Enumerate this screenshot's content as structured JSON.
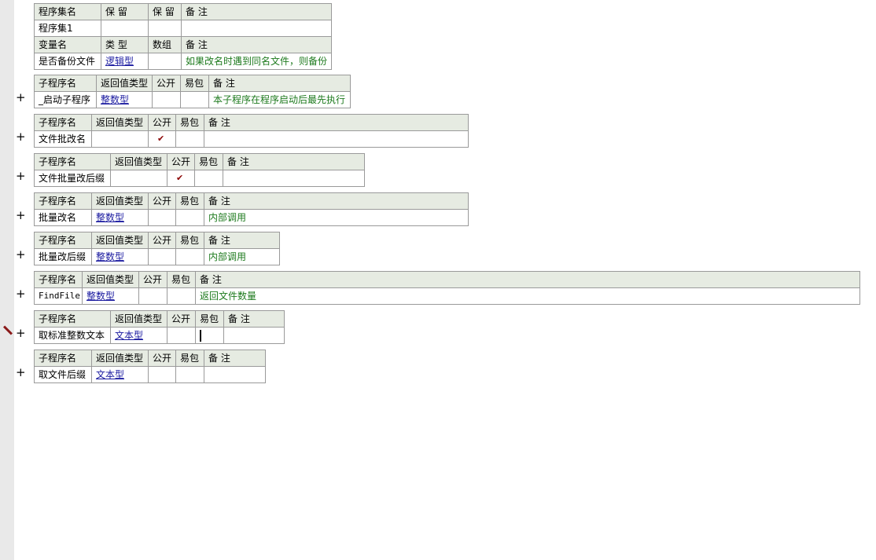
{
  "assembly_table": {
    "headers": [
      "程序集名",
      "保 留",
      "保 留",
      "备 注"
    ],
    "row": [
      "程序集1",
      "",
      "",
      ""
    ],
    "var_headers": [
      "变量名",
      "类 型",
      "数组",
      "备 注"
    ],
    "var_row": [
      "是否备份文件",
      "逻辑型",
      "",
      "如果改名时遇到同名文件，则备份"
    ]
  },
  "sub_headers": [
    "子程序名",
    "返回值类型",
    "公开",
    "易包",
    "备 注"
  ],
  "plus_label": "+",
  "check_glyph": "✔",
  "subs": [
    {
      "name": "_启动子程序",
      "ret": "整数型",
      "public": false,
      "easy": false,
      "comment": "本子程序在程序启动后最先执行"
    },
    {
      "name": "文件批改名",
      "ret": "",
      "public": true,
      "easy": false,
      "comment": ""
    },
    {
      "name": "文件批量改后缀",
      "ret": "",
      "public": true,
      "easy": false,
      "comment": ""
    },
    {
      "name": "批量改名",
      "ret": "整数型",
      "public": false,
      "easy": false,
      "comment": "内部调用"
    },
    {
      "name": "批量改后缀",
      "ret": "整数型",
      "public": false,
      "easy": false,
      "comment": "内部调用"
    },
    {
      "name": "FindFile",
      "ret": "整数型",
      "public": false,
      "easy": false,
      "comment": "返回文件数量"
    },
    {
      "name": "取标准整数文本",
      "ret": "文本型",
      "public": false,
      "easy": false,
      "comment": "",
      "cursor": true
    },
    {
      "name": "取文件后缀",
      "ret": "文本型",
      "public": false,
      "easy": false,
      "comment": ""
    }
  ]
}
